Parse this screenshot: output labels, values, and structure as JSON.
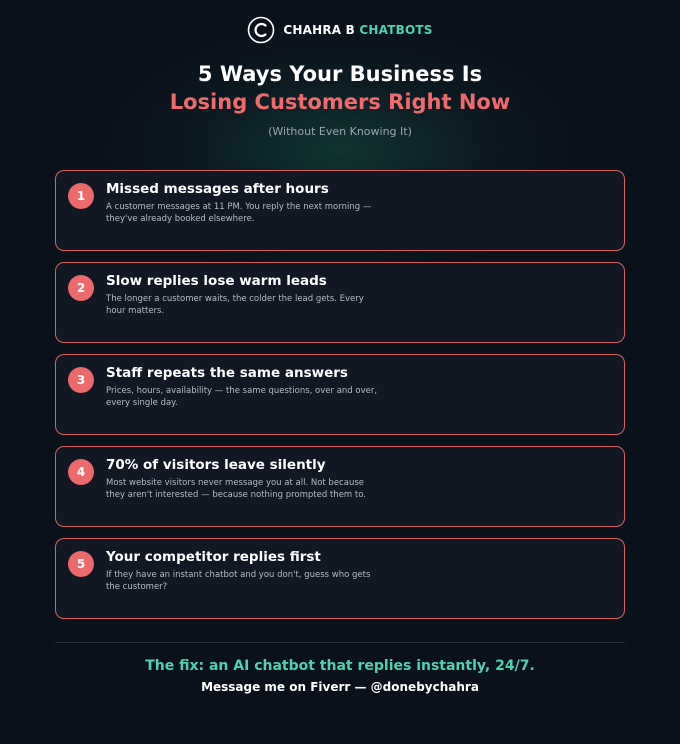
{
  "brand": {
    "logo_icon": "circle-c-logo-icon",
    "name_part1": "CHAHRA B",
    "name_part2": "CHATBOTS",
    "accent_color": "#4fd1b0"
  },
  "header": {
    "title_line1": "5 Ways Your Business Is",
    "title_line2": "Losing Customers Right Now",
    "subtitle": "(Without Even Knowing It)",
    "highlight_color": "#ef6b6b"
  },
  "items": [
    {
      "number": "1",
      "title": "Missed messages after hours",
      "description": "A customer messages at 11 PM. You reply the next morning — they've already booked elsewhere."
    },
    {
      "number": "2",
      "title": "Slow replies lose warm leads",
      "description": "The longer a customer waits, the colder the lead gets. Every hour matters."
    },
    {
      "number": "3",
      "title": "Staff repeats the same answers",
      "description": "Prices, hours, availability — the same questions, over and over, every single day."
    },
    {
      "number": "4",
      "title": "70% of visitors leave silently",
      "description": "Most website visitors never message you at all. Not because they aren't interested — because nothing prompted them to."
    },
    {
      "number": "5",
      "title": "Your competitor replies first",
      "description": "If they have an instant chatbot and you don't, guess who gets the customer?"
    }
  ],
  "footer": {
    "fix_text": "The fix: an AI chatbot that replies instantly, 24/7.",
    "cta_text": "Message me on Fiverr — @donebychahra"
  }
}
